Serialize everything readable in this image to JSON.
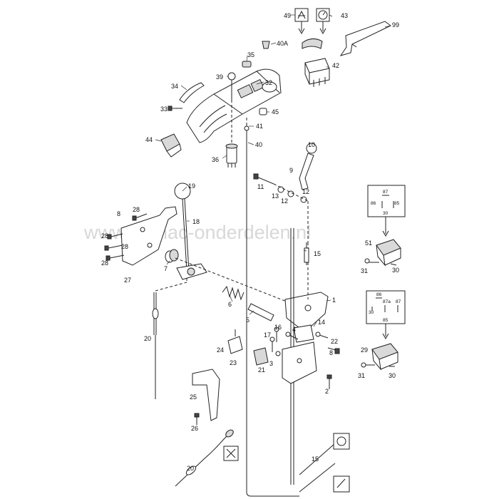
{
  "watermark": "www.bumac-onderdelen.nl",
  "callouts": {
    "c1": "1",
    "c2": "2",
    "c3": "3",
    "c4": "4",
    "c5": "5",
    "c6": "6",
    "c7": "7",
    "c8a": "8",
    "c8b": "8",
    "c9": "9",
    "c10": "10",
    "c11": "11",
    "c12a": "12",
    "c12b": "12",
    "c13": "13",
    "c14": "14",
    "c15a": "15",
    "c15b": "15",
    "c16": "16",
    "c17": "17",
    "c18": "18",
    "c19": "19",
    "c20a": "20",
    "c20b": "20",
    "c21": "21",
    "c22": "22",
    "c23": "23",
    "c24": "24",
    "c25": "25",
    "c26": "26",
    "c27": "27",
    "c28a": "28",
    "c28b": "28",
    "c28c": "28",
    "c28d": "28",
    "c29": "29",
    "c30a": "30",
    "c30b": "30",
    "c31a": "31",
    "c31b": "31",
    "c32": "32",
    "c33": "33",
    "c34": "34",
    "c35": "35",
    "c36": "36",
    "c39": "39",
    "c40": "40",
    "c40a": "40A",
    "c41": "41",
    "c42": "42",
    "c43": "43",
    "c44": "44",
    "c45": "45",
    "c49": "49",
    "c51": "51",
    "c99": "99"
  },
  "relay_top": {
    "pins": [
      "87",
      "86",
      "85",
      "30"
    ]
  },
  "relay_bottom": {
    "pins": [
      "86",
      "30",
      "87a",
      "85",
      "87"
    ]
  }
}
